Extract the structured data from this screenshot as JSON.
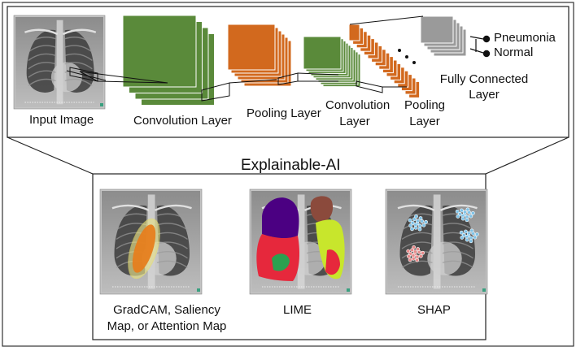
{
  "cnn": {
    "input_label": "Input Image",
    "conv1_label": "Convolution Layer",
    "pool1_label": "Pooling Layer",
    "conv2_label_line1": "Convolution",
    "conv2_label_line2": "Layer",
    "pool2_label_line1": "Pooling",
    "pool2_label_line2": "Layer",
    "fc_label_line1": "Fully Connected",
    "fc_label_line2": "Layer",
    "output_1": "Pneumonia",
    "output_2": "Normal",
    "ellipsis": ". . ."
  },
  "xai": {
    "title": "Explainable-AI",
    "gradcam_label_line1": "GradCAM, Saliency",
    "gradcam_label_line2": "Map, or Attention Map",
    "lime_label": "LIME",
    "shap_label": "SHAP"
  },
  "colors": {
    "conv": "#5a8a3a",
    "pool": "#d2691e",
    "fc": "#9a9a9a",
    "lime_purple": "#4b0082",
    "lime_brown": "#8b4a3c",
    "lime_yellow": "#c8e62c",
    "lime_red": "#e6283c",
    "lime_green": "#2ca050",
    "gradcam_orange": "#e67e1e",
    "shap_blue": "#7fc3e8",
    "shap_red": "#e88a8a"
  }
}
